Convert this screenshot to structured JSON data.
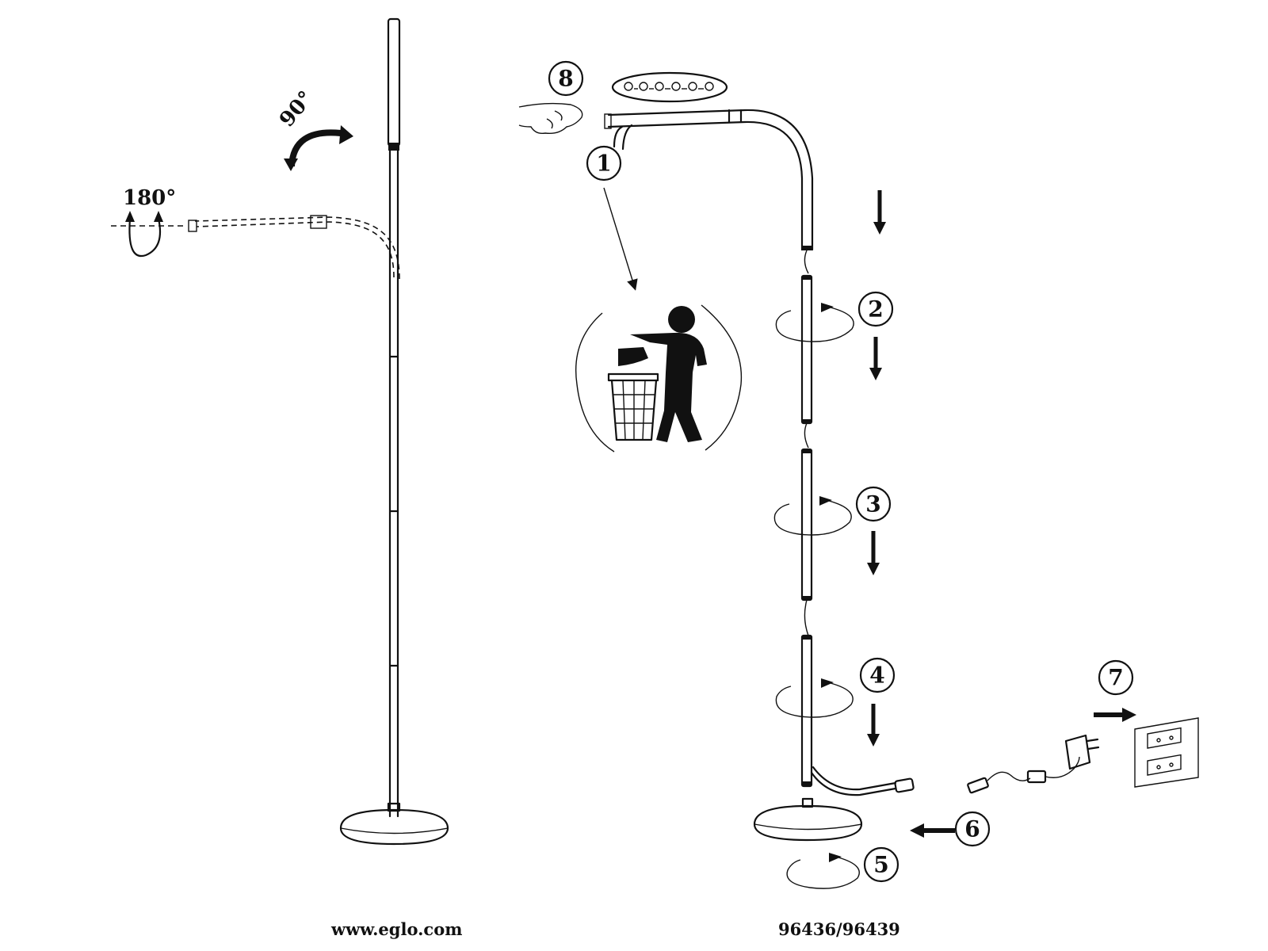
{
  "diagram": {
    "rotation_labels": {
      "tilt": "90°",
      "spin": "180°"
    },
    "steps": [
      "1",
      "2",
      "3",
      "4",
      "5",
      "6",
      "7",
      "8"
    ],
    "footer": {
      "website": "www.eglo.com",
      "model": "96436/96439"
    },
    "icons": [
      "floor-lamp-icon",
      "floor-lamp-exploded-icon",
      "rotation-arrow-icon",
      "down-arrow-icon",
      "left-arrow-icon",
      "right-arrow-icon",
      "hand-touch-icon",
      "dimmer-level-icon",
      "recycle-bin-disposal-icon",
      "power-adapter-icon",
      "wall-socket-icon",
      "lamp-base-icon"
    ]
  }
}
